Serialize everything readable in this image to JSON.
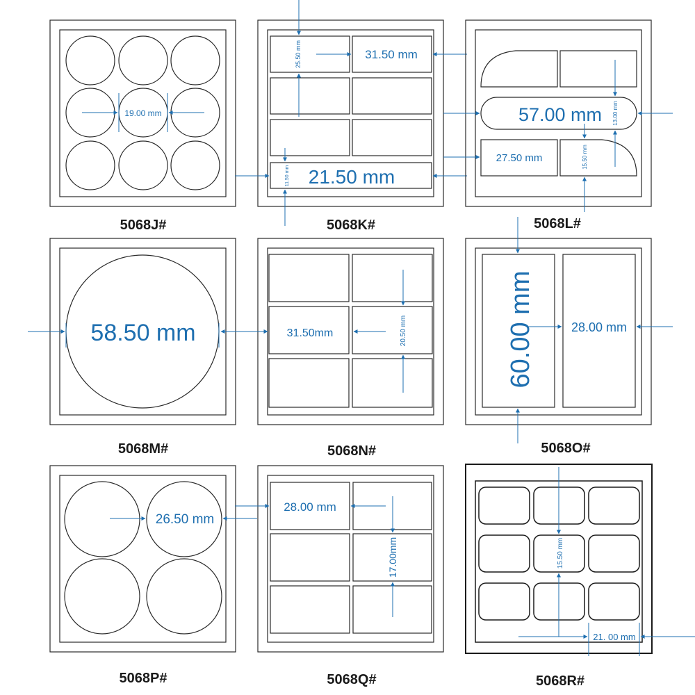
{
  "colors": {
    "outline": "#2a2a2a",
    "dimension": "#1e6fb0",
    "background": "#ffffff"
  },
  "panels": [
    {
      "id": "5068J",
      "caption": "5068J#",
      "dims": [
        "19.00 mm"
      ]
    },
    {
      "id": "5068K",
      "caption": "5068K#",
      "dims": [
        "31.50 mm",
        "25.50 mm",
        "21.50 mm",
        "11.50 mm"
      ]
    },
    {
      "id": "5068L",
      "caption": "5068L#",
      "dims": [
        "57.00 mm",
        "13.00 mm",
        "27.50 mm",
        "15.50 mm"
      ]
    },
    {
      "id": "5068M",
      "caption": "5068M#",
      "dims": [
        "58.50 mm"
      ]
    },
    {
      "id": "5068N",
      "caption": "5068N#",
      "dims": [
        "31.50mm",
        "20.50 mm"
      ]
    },
    {
      "id": "5068O",
      "caption": "5068O#",
      "dims": [
        "60.00 mm",
        "28.00 mm"
      ]
    },
    {
      "id": "5068P",
      "caption": "5068P#",
      "dims": [
        "26.50 mm"
      ]
    },
    {
      "id": "5068Q",
      "caption": "5068Q#",
      "dims": [
        "28.00 mm",
        "17.00mm"
      ]
    },
    {
      "id": "5068R",
      "caption": "5068R#",
      "dims": [
        "15.50 mm",
        "21. 00 mm"
      ]
    }
  ]
}
